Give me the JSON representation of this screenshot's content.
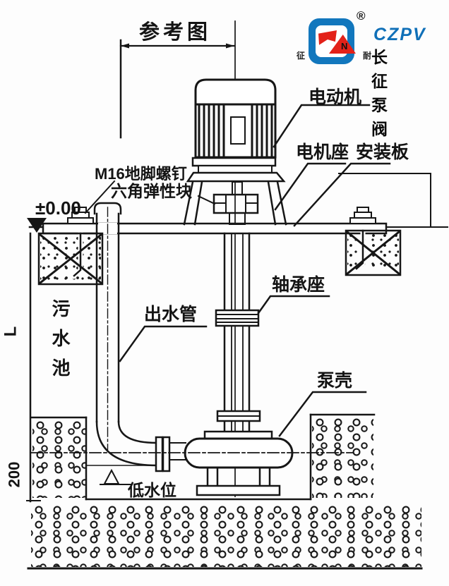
{
  "drawing": {
    "reference_label": "参考图",
    "datum_level": "±0.00",
    "dim_depth": "L",
    "dim_bottom": "200"
  },
  "logo": {
    "reg_mark": "®",
    "brand_acronym": "CZPV",
    "brand_name": "长征泵阀",
    "left_char": "征",
    "right_char": "耐",
    "emblem_letter": "N",
    "brand_blue": "#1277bd",
    "flag_red": "#e32119"
  },
  "labels": {
    "motor": "电动机",
    "motor_base": "电机座",
    "mounting_plate": "安装板",
    "anchor_bolt": "M16地脚螺钉",
    "elastic_block": "六角弹性块",
    "sewage_pool": "污水池",
    "outlet_pipe": "出水管",
    "bearing_seat": "轴承座",
    "pump_casing": "泵壳",
    "low_water_level": "低水位"
  }
}
